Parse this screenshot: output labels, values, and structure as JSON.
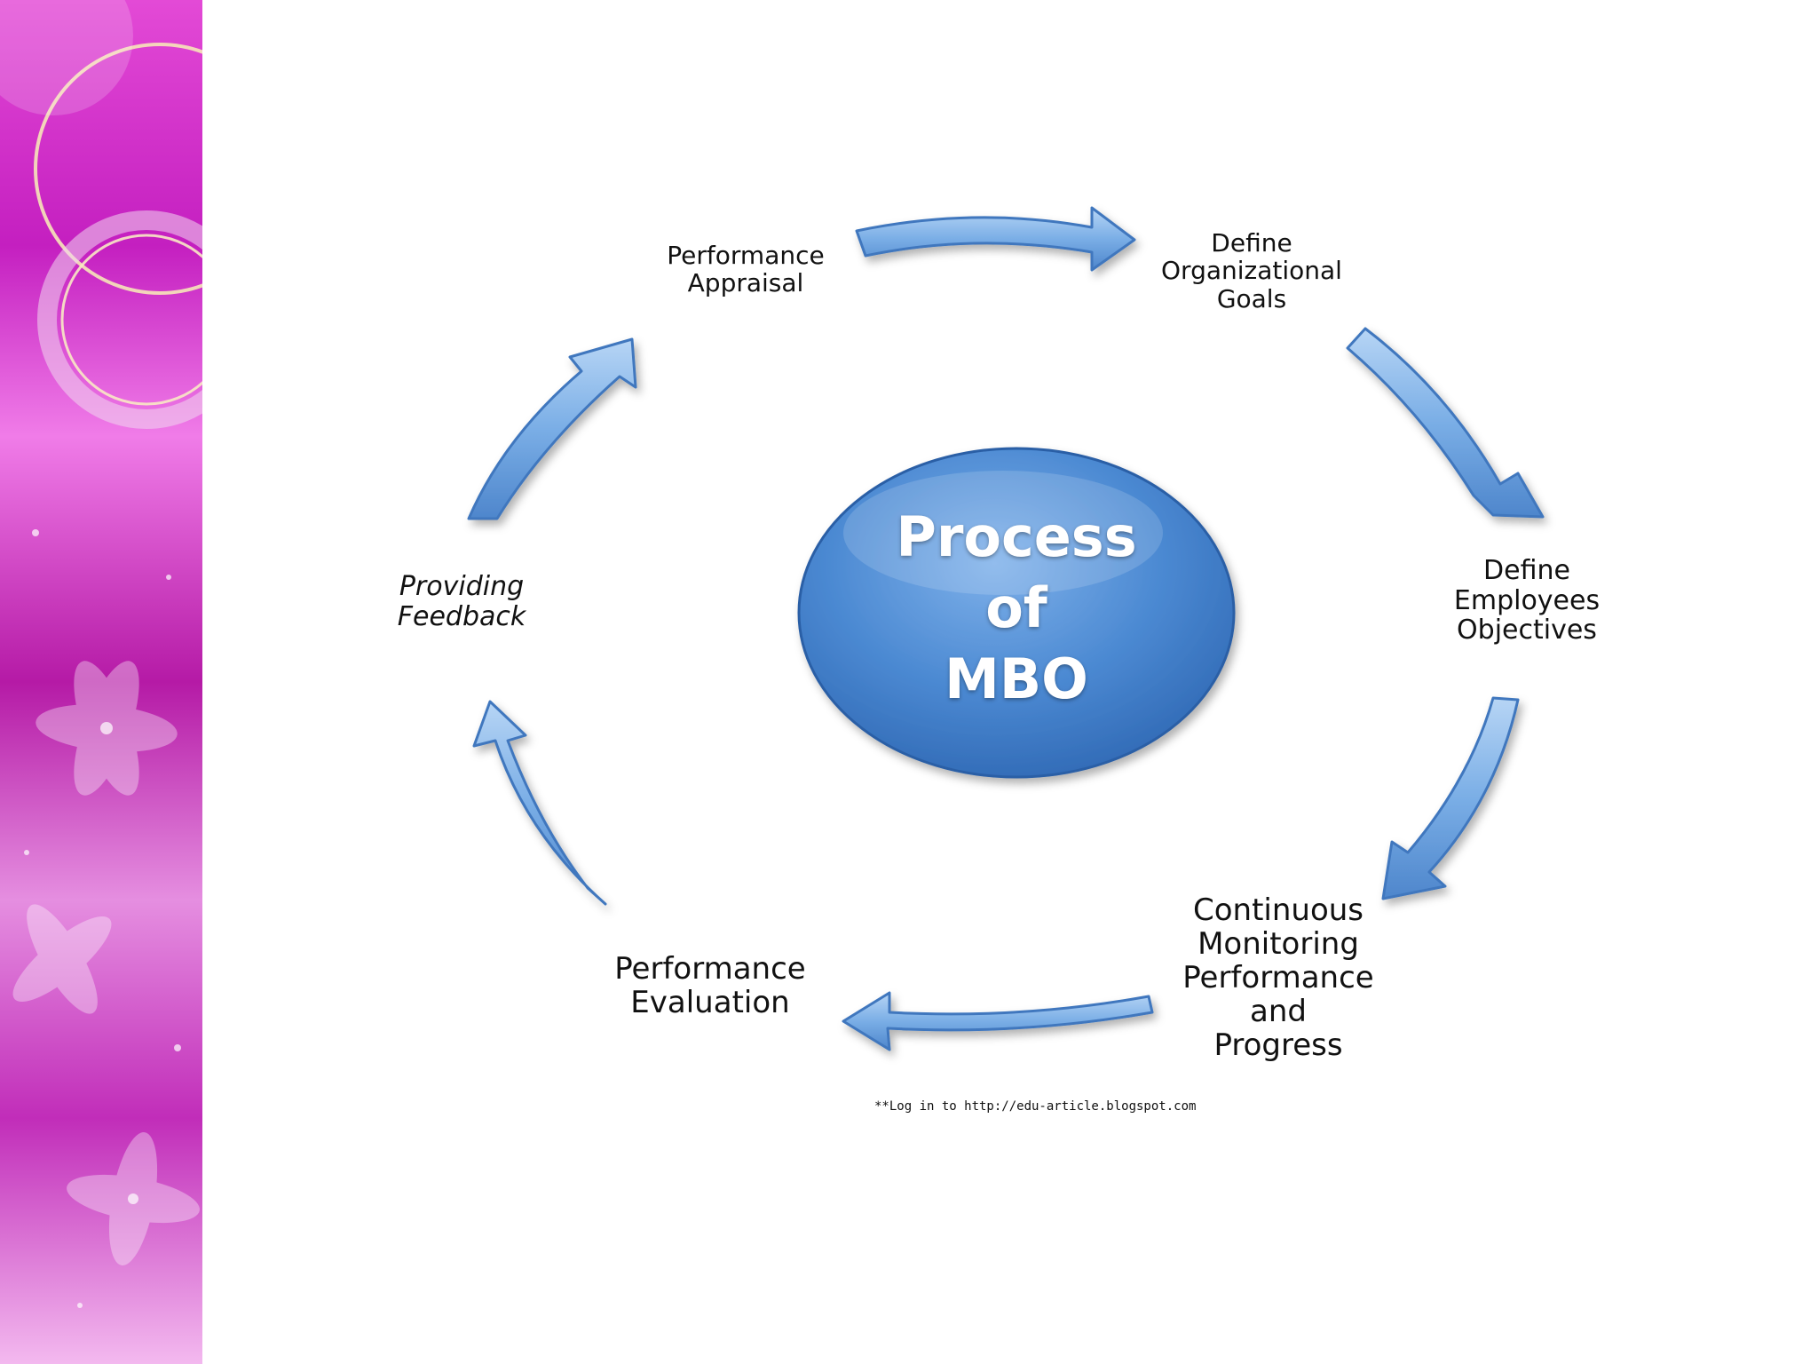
{
  "diagram": {
    "center": "Process\nof\nMBO",
    "steps": [
      "Define\nOrganizational\nGoals",
      "Define\nEmployees\nObjectives",
      "Continuous\nMonitoring\nPerformance\nand\nProgress",
      "Performance\nEvaluation",
      "Providing\nFeedback",
      "Performance\nAppraisal"
    ],
    "footer": "**Log in to http://edu-article.blogspot.com"
  },
  "colors": {
    "arrow_fill": "#7aaee6",
    "arrow_stroke": "#3f77be",
    "hub": "#3f7fce",
    "panel": "#d63ccb"
  }
}
